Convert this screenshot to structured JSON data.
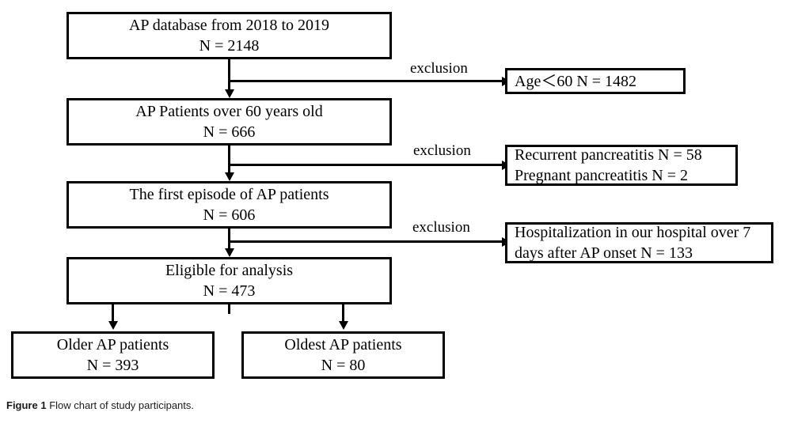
{
  "figure": {
    "caption_label": "Figure 1",
    "caption_text": "Flow chart of study participants.",
    "type": "flowchart",
    "orientation": "top-to-bottom with right-side exclusion branches"
  },
  "flow": {
    "main_nodes": [
      {
        "id": "source",
        "line1": "AP database from 2018 to 2019",
        "line2": "N = 2148"
      },
      {
        "id": "over60",
        "line1": "AP Patients over 60 years old",
        "line2": "N = 666"
      },
      {
        "id": "first",
        "line1": "The first episode of AP patients",
        "line2": "N = 606"
      },
      {
        "id": "eligible",
        "line1": "Eligible for analysis",
        "line2": "N = 473"
      }
    ],
    "split_nodes": [
      {
        "id": "older",
        "line1": "Older AP patients",
        "line2": "N = 393"
      },
      {
        "id": "oldest",
        "line1": "Oldest AP patients",
        "line2": "N = 80"
      }
    ],
    "exclusions": [
      {
        "id": "age",
        "label": "exclusion",
        "line1": "Age＜60  N = 1482",
        "line2": ""
      },
      {
        "id": "pancreatitis",
        "label": "exclusion",
        "line1": "Recurrent pancreatitis N = 58",
        "line2": "Pregnant pancreatitis N = 2"
      },
      {
        "id": "hospitalization",
        "label": "exclusion",
        "line1": "Hospitalization in our hospital over 7",
        "line2": "days after AP onset  N = 133"
      }
    ]
  },
  "chart_data": {
    "type": "diagram",
    "title": "Flow chart of study participants",
    "nodes": [
      {
        "name": "AP database from 2018 to 2019",
        "n": 2148
      },
      {
        "name": "Age<60 (excluded)",
        "n": 1482
      },
      {
        "name": "AP Patients over 60 years old",
        "n": 666
      },
      {
        "name": "Recurrent pancreatitis (excluded)",
        "n": 58
      },
      {
        "name": "Pregnant pancreatitis (excluded)",
        "n": 2
      },
      {
        "name": "The first episode of AP patients",
        "n": 606
      },
      {
        "name": "Hospitalization in our hospital over 7 days after AP onset (excluded)",
        "n": 133
      },
      {
        "name": "Eligible for analysis",
        "n": 473
      },
      {
        "name": "Older AP patients",
        "n": 393
      },
      {
        "name": "Oldest AP patients",
        "n": 80
      }
    ]
  },
  "colors": {
    "stroke": "#000000",
    "background": "#ffffff",
    "text": "#000000"
  }
}
